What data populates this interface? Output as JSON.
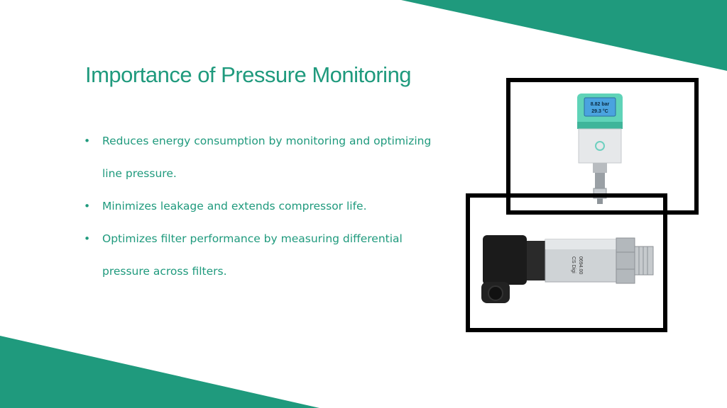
{
  "slide": {
    "title": "Importance of Pressure Monitoring",
    "bullets": [
      {
        "text": "Reduces energy consumption by monitoring and optimizing line pressure."
      },
      {
        "text": "Minimizes leakage and extends compressor life."
      },
      {
        "text": "Optimizes filter performance by measuring differential pressure across filters."
      }
    ],
    "bullet_glyph": "•"
  },
  "images": {
    "sensor_display": {
      "reading_1": "8.82  bar",
      "reading_2": "29.3  °C"
    },
    "transmitter": {
      "label_1": "CS Digi",
      "label_2": "0694.00"
    }
  },
  "colors": {
    "accent": "#1f9a7d",
    "frame": "#000000",
    "background": "#ffffff",
    "display_screen": "#4aa3df",
    "sensor_head": "#5fd3b8"
  }
}
